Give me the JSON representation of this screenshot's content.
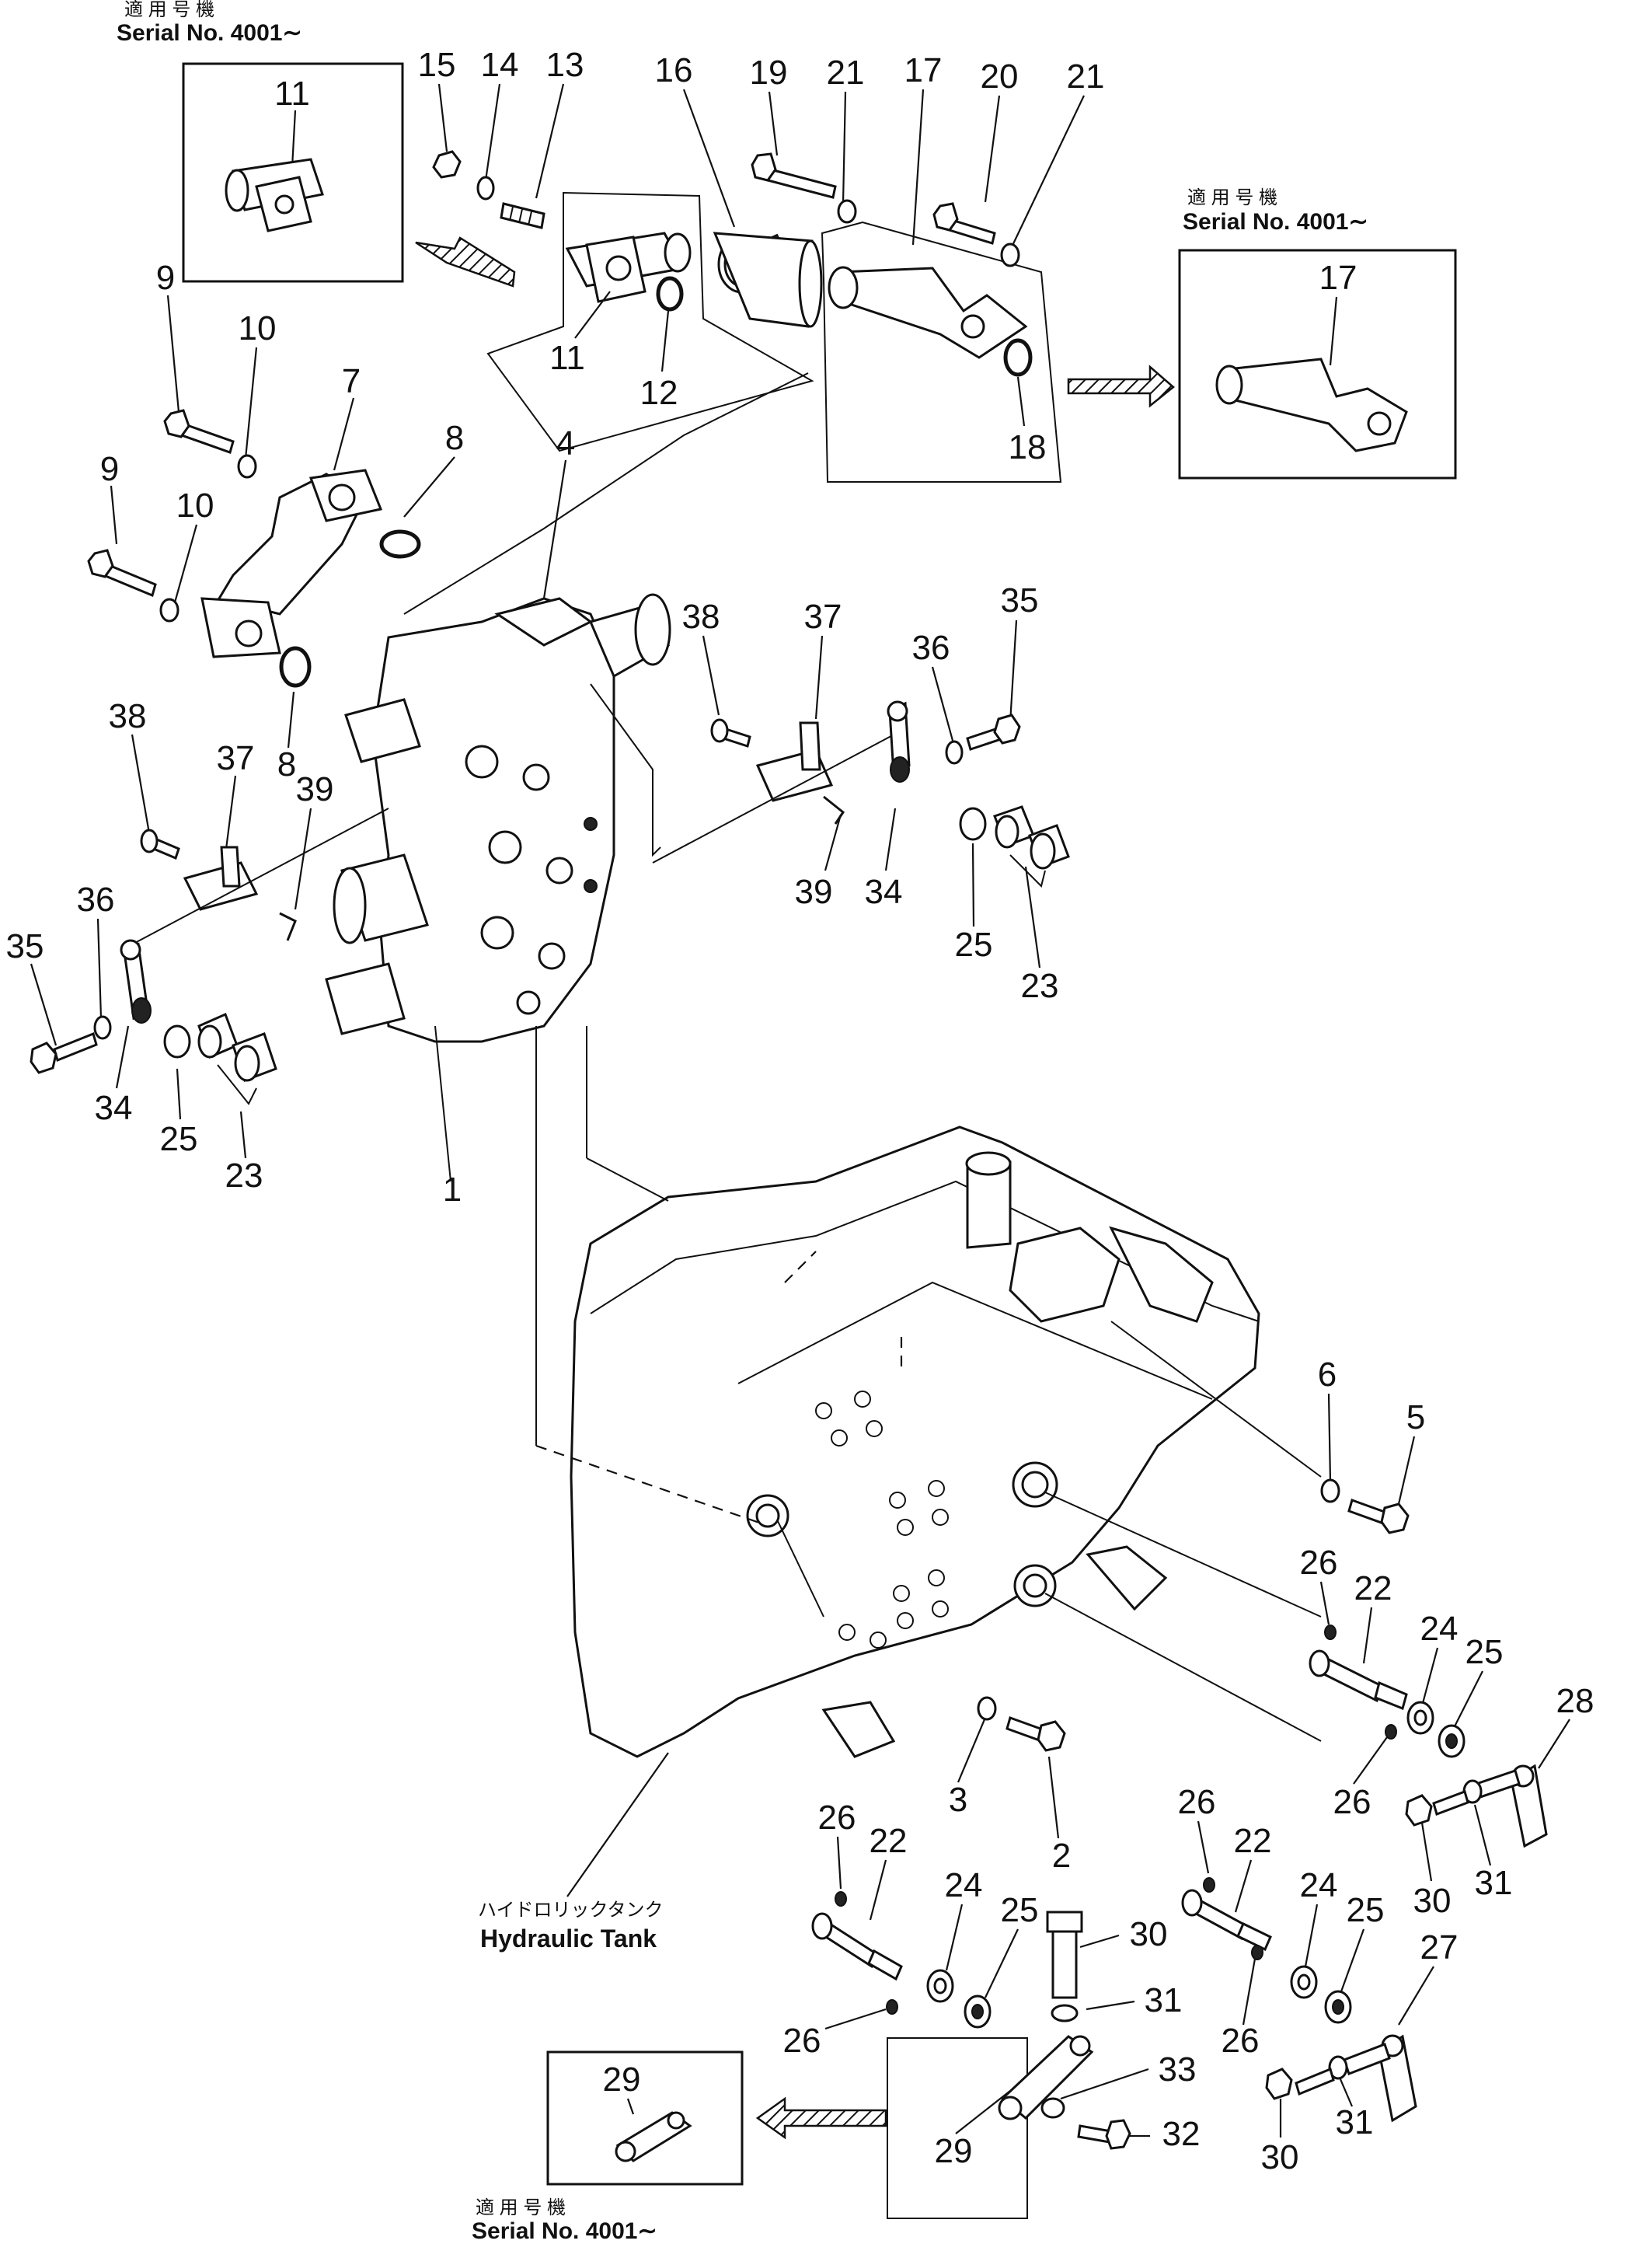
{
  "applicability_label_jp": "適 用 号 機",
  "serial_label": "Serial No. 4001∼",
  "tank_label_jp": "ハイドロリックタンク",
  "tank_label_en": "Hydraulic Tank",
  "callouts": {
    "c15": "15",
    "c14": "14",
    "c13": "13",
    "c16": "16",
    "c19": "19",
    "c21a": "21",
    "c17": "17",
    "c20": "20",
    "c21b": "21",
    "c11a": "11",
    "c11b": "11",
    "c12": "12",
    "c18": "18",
    "c17b": "17",
    "c9a": "9",
    "c10a": "10",
    "c7": "7",
    "c9b": "9",
    "c10b": "10",
    "c8a": "8",
    "c4": "4",
    "c8b": "8",
    "c38a": "38",
    "c37a": "37",
    "c39a": "39",
    "c36a": "36",
    "c35a": "35",
    "c34a": "34",
    "c25a": "25",
    "c23a": "23",
    "c1": "1",
    "c38b": "38",
    "c37b": "37",
    "c36b": "36",
    "c35b": "35",
    "c39b": "39",
    "c34b": "34",
    "c25b": "25",
    "c23b": "23",
    "c6": "6",
    "c5": "5",
    "c26a": "26",
    "c22a": "22",
    "c24a": "24",
    "c25c": "25",
    "c28": "28",
    "c26b": "26",
    "c3": "3",
    "c2": "2",
    "c30a": "30",
    "c31a": "31",
    "c26c": "26",
    "c22b": "22",
    "c24b": "24",
    "c25d": "25",
    "c26d": "26",
    "c30b": "30",
    "c31b": "31",
    "c26e": "26",
    "c22c": "22",
    "c24c": "24",
    "c25e": "25",
    "c27": "27",
    "c26f": "26",
    "c29a": "29",
    "c29b": "29",
    "c33": "33",
    "c32": "32",
    "c30c": "30",
    "c31c": "31"
  }
}
